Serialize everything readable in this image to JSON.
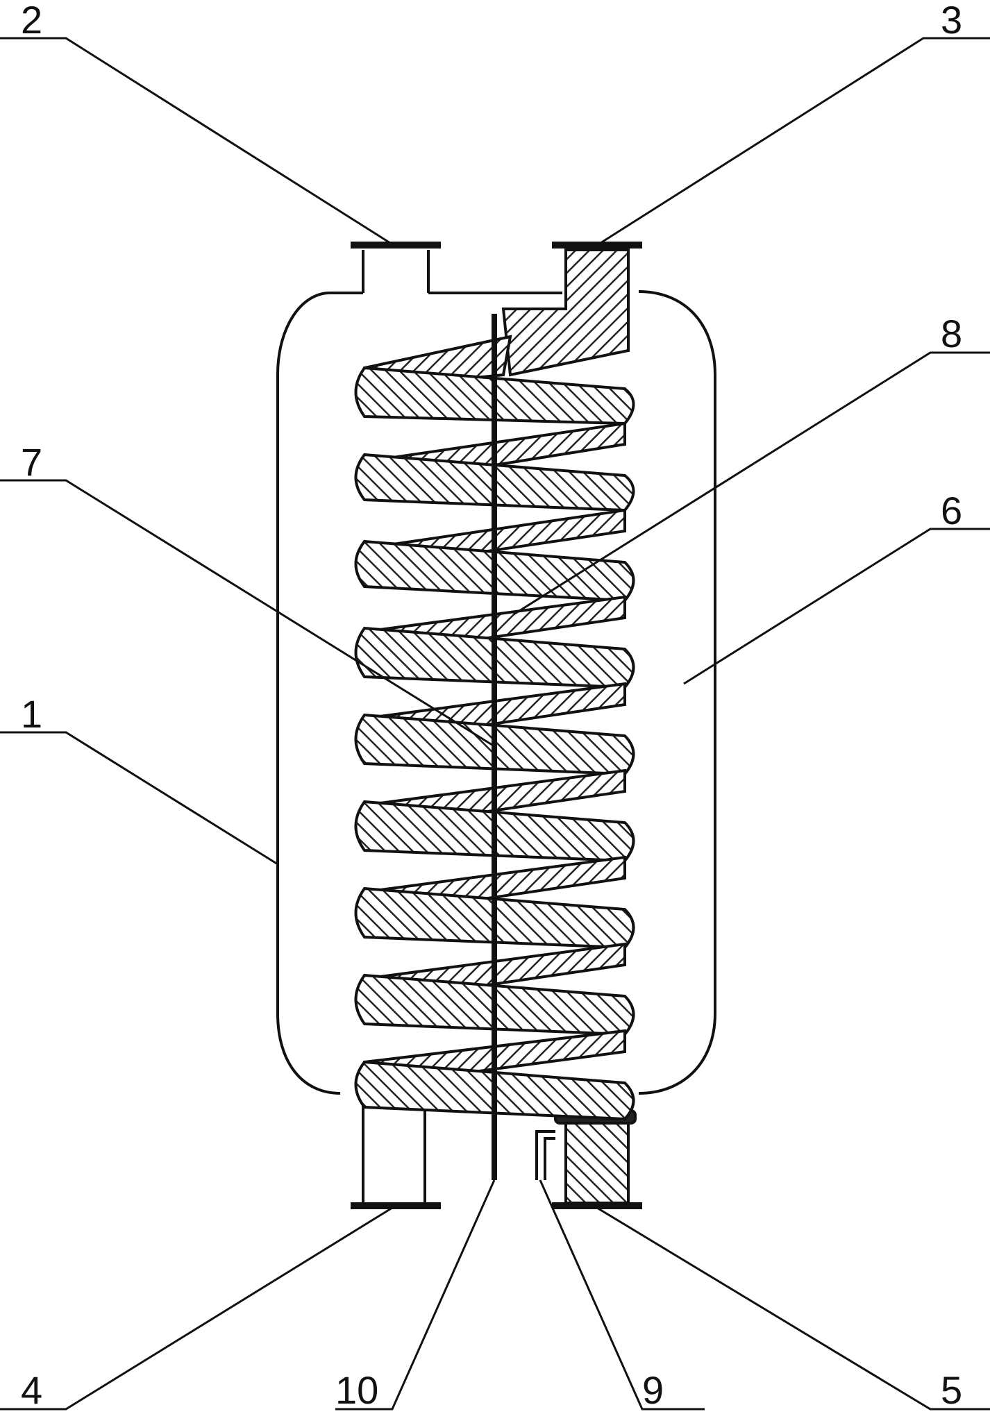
{
  "labels": {
    "l1": "1",
    "l2": "2",
    "l3": "3",
    "l4": "4",
    "l5": "5",
    "l6": "6",
    "l7": "7",
    "l8": "8",
    "l9": "9",
    "l10": "10"
  },
  "colors": {
    "line": "#111111",
    "hatch": "#333333",
    "background": "#ffffff"
  }
}
